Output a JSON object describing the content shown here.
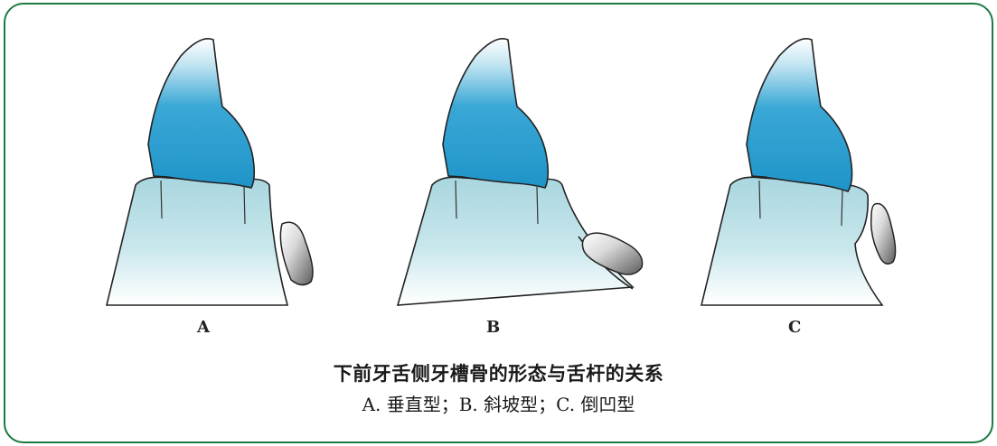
{
  "panels": [
    {
      "label": "A"
    },
    {
      "label": "B"
    },
    {
      "label": "C"
    }
  ],
  "caption": {
    "title": "下前牙舌侧牙槽骨的形态与舌杆的关系",
    "subtitle": "A. 垂直型；B. 斜坡型；C. 倒凹型"
  },
  "colors": {
    "border": "#1b7a43",
    "tooth_crown": "#2a9fd0",
    "alveolar_bone": "#b9dfe6",
    "lingual_bar": "#8a8a8a"
  }
}
